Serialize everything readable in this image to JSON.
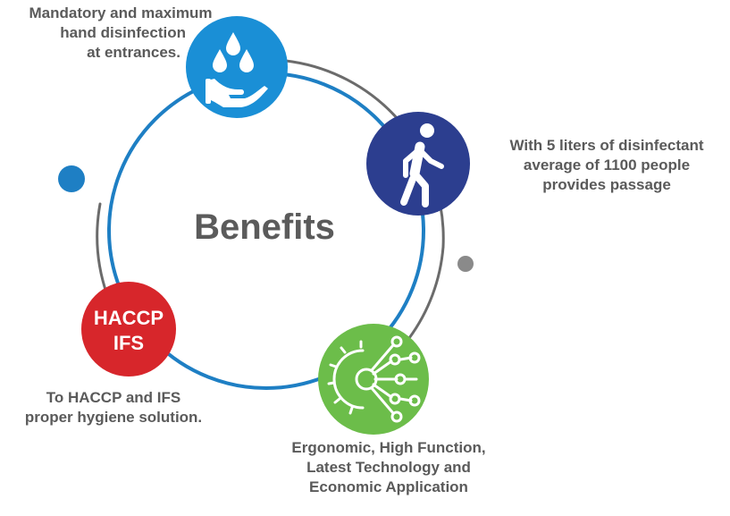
{
  "diagram": {
    "title": "Benefits",
    "nodes": [
      {
        "id": "hand-disinfection",
        "icon": "hand-water-drops-icon",
        "color": "#1a8fd6",
        "caption": [
          "Mandatory and maximum",
          "hand disinfection",
          "at entrances."
        ]
      },
      {
        "id": "passage",
        "icon": "walking-person-icon",
        "color": "#2c3e8f",
        "caption": [
          "With 5 liters of disinfectant",
          "average of 1100 people",
          "provides passage"
        ]
      },
      {
        "id": "technology",
        "icon": "gear-network-icon",
        "color": "#6cbd4a",
        "caption": [
          "Ergonomic, High Function,",
          "Latest Technology and",
          "Economic Application"
        ]
      },
      {
        "id": "haccp",
        "badge": [
          "HACCP",
          "IFS"
        ],
        "color": "#d7262b",
        "caption": [
          "To HACCP and IFS",
          "proper hygiene solution."
        ]
      }
    ],
    "colors": {
      "main_ring": "#1e7fc4",
      "outer_ring": "#6b6b6b",
      "blue_dot": "#1e7fc4",
      "gray_dot": "#8a8a8a",
      "text": "#5a5a5a"
    }
  }
}
